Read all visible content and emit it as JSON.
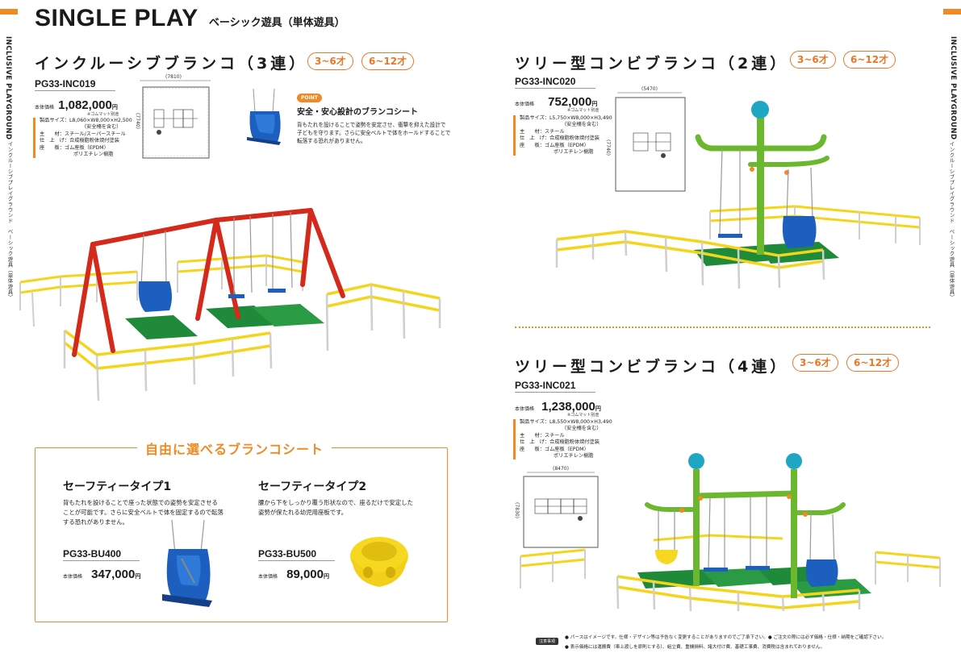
{
  "side": {
    "left_label": "INCLUSIVE PLAYGROUND",
    "left_sub": "インクルーシブプレイグラウンド　ベーシック遊具（単体遊具）",
    "right_label": "INCLUSIVE PLAYGROUND",
    "right_sub": "インクルーシブプレイグラウンド　ベーシック遊具（単体遊具）"
  },
  "header": {
    "title": "SINGLE PLAY",
    "subtitle": "ベーシック遊具（単体遊具）"
  },
  "products": [
    {
      "title": "インクルーシブブランコ（3連）",
      "ages": [
        "3~6才",
        "6~12才"
      ],
      "code": "PG33-INC019",
      "price_label": "本体価格",
      "price": "1,082,000",
      "yen": "円",
      "price_note": "※ゴムマット別途",
      "spec": [
        "製品サイズ：L8,060×W8,000×H2,500",
        "（安全柵を含む）",
        "主　　材：スチール/スーパースチール",
        "仕　上　げ：合成樹脂粉体焼付塗装",
        "座　　板：ゴム座板（EPDM）",
        "ポリエチレン樹脂"
      ],
      "dim_w": "(7810)",
      "dim_h": "(7740)",
      "point": {
        "tag": "POINT",
        "title": "安全・安心設計のブランコシート",
        "body": [
          "背もたれを設けることで姿勢を安定させ、衝撃を抑えた設計で",
          "子どもを守ります。さらに安全ベルトで体をホールドすることで",
          "転落する恐れがありません。"
        ]
      }
    },
    {
      "title": "ツリー型コンビブランコ（2連）",
      "ages": [
        "3~6才",
        "6~12才"
      ],
      "code": "PG33-INC020",
      "price_label": "本体価格",
      "price": "752,000",
      "yen": "円",
      "price_note": "※ゴムマット別途",
      "spec": [
        "製品サイズ：L5,750×W8,000×H3,490",
        "（安全柵を含む）",
        "主　　材：スチール",
        "仕　上　げ：合成樹脂粉体焼付塗装",
        "座　　板：ゴム座板（EPDM）",
        "ポリエチレン樹脂"
      ],
      "dim_w": "(5470)",
      "dim_h": "(7740)"
    },
    {
      "title": "ツリー型コンビブランコ（4連）",
      "ages": [
        "3~6才",
        "6~12才"
      ],
      "code": "PG33-INC021",
      "price_label": "本体価格",
      "price": "1,238,000",
      "yen": "円",
      "price_note": "※ゴムマット別途",
      "spec": [
        "製品サイズ：L8,550×W8,000×H3,490",
        "（安全柵を含む）",
        "主　　材：スチール",
        "仕　上　げ：合成樹脂粉体焼付塗装",
        "座　　板：ゴム座板（EPDM）",
        "ポリエチレン樹脂"
      ],
      "dim_w": "(8470)",
      "dim_h": "(7830)"
    }
  ],
  "seat_select": {
    "title": "自由に選べるブランコシート",
    "types": [
      {
        "title": "セーフティータイプ1",
        "body": [
          "背もたれを設けることで座った状態での姿勢を安定させる",
          "ことが可能です。さらに安全ベルトで体を固定するので転落",
          "する恐れがありません。"
        ],
        "code": "PG33-BU400",
        "price_label": "本体価格",
        "price": "347,000",
        "yen": "円"
      },
      {
        "title": "セーフティータイプ2",
        "body": [
          "腰から下をしっかり覆う形状なので、座るだけで安定した",
          "姿勢が保たれる幼児用座板です。"
        ],
        "code": "PG33-BU500",
        "price_label": "本体価格",
        "price": "89,000",
        "yen": "円"
      }
    ]
  },
  "footer": {
    "tag": "注意事項",
    "notes": [
      "● パースはイメージです。仕様・デザイン等は予告なく変更することがありますのでご了承下さい。● ご注文の際には必ず価格・仕様・納期をご確認下さい。",
      "● 表示価格には運搬費（車上渡しを原則とする）、組立費、重機損料、諸大付け費、基礎工事費、消費税は含まれておりません。"
    ]
  },
  "colors": {
    "accent": "#f08a24",
    "frame_red": "#d42a1c",
    "fence_yellow": "#f4d51c",
    "mat_green": "#1f8a3a",
    "tree_green": "#6bb82e",
    "seat_blue": "#1c5fbf",
    "ball_teal": "#1fa6c2",
    "seat_yellow": "#f7d820"
  }
}
